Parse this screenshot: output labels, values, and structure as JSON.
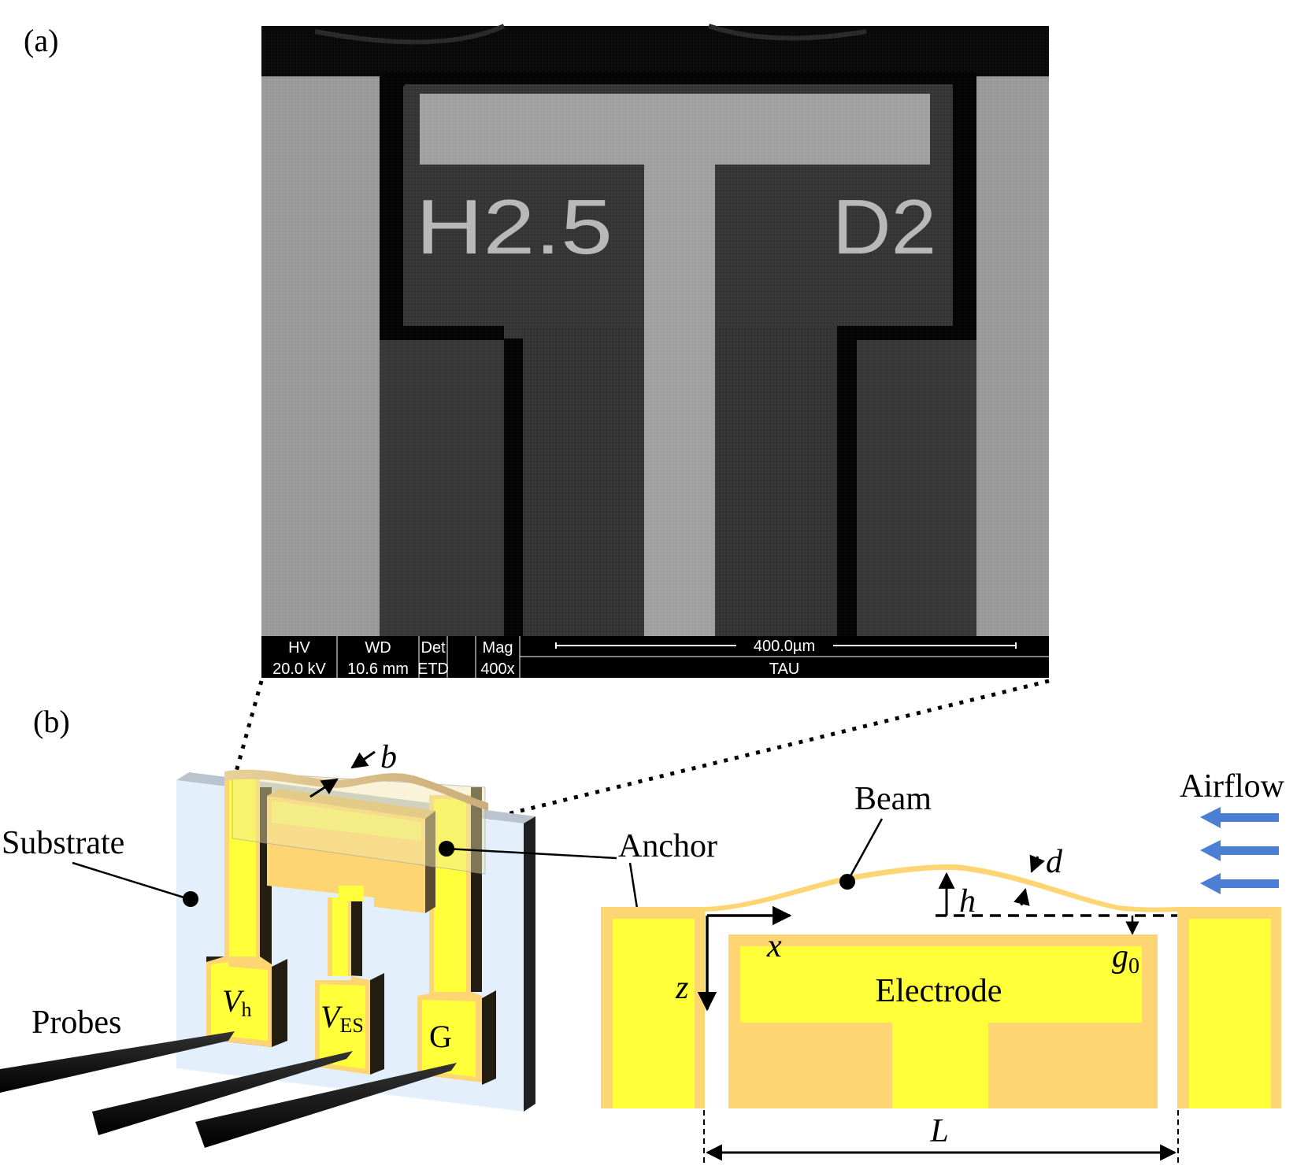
{
  "panels": {
    "a": {
      "label": "(a)"
    },
    "b": {
      "label": "(b)"
    }
  },
  "sem": {
    "chip_labels": {
      "left": "H2.5",
      "right": "D2"
    },
    "info_bar": {
      "headers": [
        "HV",
        "WD",
        "Det",
        "Mag"
      ],
      "values": [
        "20.0 kV",
        "10.6 mm",
        "ETD",
        "400x"
      ],
      "scale_bar": "400.0µm",
      "institution": "TAU"
    },
    "colors": {
      "light": "#9a9a9a",
      "dark": "#3a3a3a",
      "black": "#050505"
    }
  },
  "device_3d": {
    "labels": {
      "substrate": "Substrate",
      "probes": "Probes",
      "beam_width": "b",
      "pads": [
        {
          "main": "V",
          "sub": "h"
        },
        {
          "main": "V",
          "sub": "ES"
        },
        {
          "main": "G",
          "sub": ""
        }
      ]
    },
    "colors": {
      "gold": "#fdd573",
      "yellow": "#ffff3a",
      "substrate": "#e3f0fc",
      "shadow": "#241d12"
    }
  },
  "cross_section": {
    "labels": {
      "anchor": "Anchor",
      "beam": "Beam",
      "airflow": "Airflow",
      "electrode": "Electrode",
      "h": "h",
      "d": "d",
      "g0_main": "g",
      "g0_sub": "0",
      "x": "x",
      "z": "z",
      "L": "L"
    },
    "colors": {
      "gold": "#fdd573",
      "yellow": "#ffff3a",
      "airflow_arrow": "#4a7fd4"
    }
  }
}
